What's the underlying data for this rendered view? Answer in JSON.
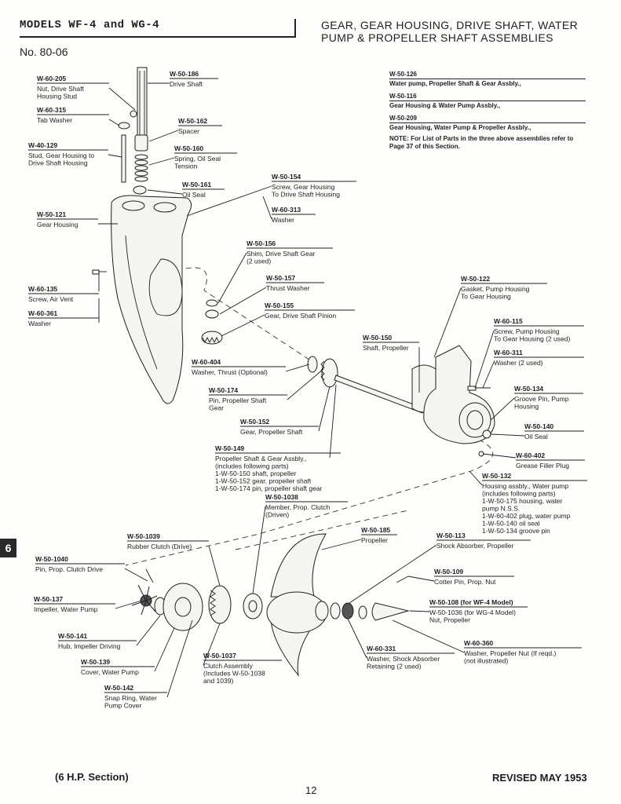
{
  "header": {
    "models": "MODELS WF-4 and WG-4",
    "number": "No. 80-06",
    "title_line1": "GEAR, GEAR HOUSING, DRIVE SHAFT, WATER",
    "title_line2": "PUMP & PROPELLER SHAFT ASSEMBLIES"
  },
  "assemblies": [
    {
      "part": "W-50-126",
      "desc": "Water pump, Propeller Shaft & Gear Assbly.,"
    },
    {
      "part": "W-50-116",
      "desc": "Gear Housing & Water Pump Assbly.,"
    },
    {
      "part": "W-50-209",
      "desc": "Gear Housing, Water Pump & Propeller Assbly.,"
    }
  ],
  "note": "NOTE: For List of Parts in the three above assemblies refer to Page 37 of this Section.",
  "parts": [
    {
      "id": "p1",
      "part": "W-60-205",
      "lines": [
        "Nut, Drive Shaft",
        "Housing Stud"
      ]
    },
    {
      "id": "p2",
      "part": "W-60-315",
      "lines": [
        "Tab Washer"
      ]
    },
    {
      "id": "p3",
      "part": "W-40-129",
      "lines": [
        "Stud, Gear Housing to",
        "Drive Shaft Housing"
      ]
    },
    {
      "id": "p4",
      "part": "W-50-121",
      "lines": [
        "Gear Housing"
      ]
    },
    {
      "id": "p5",
      "part": "W-60-135",
      "lines": [
        "Screw, Air Vent"
      ]
    },
    {
      "id": "p6",
      "part": "W-60-361",
      "lines": [
        "Washer"
      ]
    },
    {
      "id": "p7",
      "part": "W-50-186",
      "lines": [
        "Drive Shaft"
      ]
    },
    {
      "id": "p8",
      "part": "W-50-162",
      "lines": [
        "Spacer"
      ]
    },
    {
      "id": "p9",
      "part": "W-50-160",
      "lines": [
        "Spring, Oil Seal",
        "Tension"
      ]
    },
    {
      "id": "p10",
      "part": "W-50-161",
      "lines": [
        "Oil Seal"
      ]
    },
    {
      "id": "p11",
      "part": "W-50-154",
      "lines": [
        "Screw, Gear Housing",
        "To Drive Shaft Housing"
      ]
    },
    {
      "id": "p12",
      "part": "W-60-313",
      "lines": [
        "Washer"
      ]
    },
    {
      "id": "p13",
      "part": "W-50-156",
      "lines": [
        "Shim, Drive Shaft Gear",
        "(2 used)"
      ]
    },
    {
      "id": "p14",
      "part": "W-50-157",
      "lines": [
        "Thrust Washer"
      ]
    },
    {
      "id": "p15",
      "part": "W-50-155",
      "lines": [
        "Gear, Drive Shaft Pinion"
      ]
    },
    {
      "id": "p16",
      "part": "W-60-404",
      "lines": [
        "Washer, Thrust (Optional)"
      ]
    },
    {
      "id": "p17",
      "part": "W-50-174",
      "lines": [
        "Pin, Propeller Shaft",
        "Gear"
      ]
    },
    {
      "id": "p18",
      "part": "W-50-152",
      "lines": [
        "Gear, Propeller Shaft"
      ]
    },
    {
      "id": "p19",
      "part": "W-50-149",
      "lines": [
        "Propeller Shaft & Gear Assbly.,",
        "(includes following parts)",
        "1-W-50-150 shaft, propeller",
        "1-W-50-152 gear, propeller shaft",
        "1-W-50-174 pin, propeller shaft gear"
      ]
    },
    {
      "id": "p20",
      "part": "W-50-150",
      "lines": [
        "Shaft, Propeller"
      ]
    },
    {
      "id": "p21",
      "part": "W-50-122",
      "lines": [
        "Gasket, Pump Housing",
        "To Gear Housing"
      ]
    },
    {
      "id": "p22",
      "part": "W-60-115",
      "lines": [
        "Screw, Pump Housing",
        "To Gear Housing (2 used)"
      ]
    },
    {
      "id": "p23",
      "part": "W-60-311",
      "lines": [
        "Washer (2 used)"
      ]
    },
    {
      "id": "p24",
      "part": "W-50-134",
      "lines": [
        "Groove Pin, Pump",
        "Housing"
      ]
    },
    {
      "id": "p25",
      "part": "W-50-140",
      "lines": [
        "Oil Seal"
      ]
    },
    {
      "id": "p26",
      "part": "W-60-402",
      "lines": [
        "Grease Filler Plug"
      ]
    },
    {
      "id": "p27",
      "part": "W-50-132",
      "lines": [
        "Housing assbly., Water pump",
        "(includes following parts)",
        "1-W-50-175 housing, water",
        "pump N.S.S.",
        "1-W-60-402 plug, water pump",
        "1-W-50-140 oil seal",
        "1-W-50-134 groove pin"
      ]
    },
    {
      "id": "p28",
      "part": "W-50-1038",
      "lines": [
        "Member, Prop. Clutch",
        "(Driven)"
      ]
    },
    {
      "id": "p29",
      "part": "W-50-1039",
      "lines": [
        "Rubber Clutch (Drive)"
      ]
    },
    {
      "id": "p30",
      "part": "W-50-1040",
      "lines": [
        "Pin, Prop. Clutch Drive"
      ]
    },
    {
      "id": "p31",
      "part": "W-50-137",
      "lines": [
        "Impeller, Water Pump"
      ]
    },
    {
      "id": "p32",
      "part": "W-50-141",
      "lines": [
        "Hub, Impeller Driving"
      ]
    },
    {
      "id": "p33",
      "part": "W-50-139",
      "lines": [
        "Cover, Water Pump"
      ]
    },
    {
      "id": "p34",
      "part": "W-50-142",
      "lines": [
        "Snap Ring, Water",
        "Pump Cover"
      ]
    },
    {
      "id": "p35",
      "part": "W-50-1037",
      "lines": [
        "Clutch Assembly",
        "(Includes W-50-1038",
        "and 1039)"
      ]
    },
    {
      "id": "p36",
      "part": "W-50-185",
      "lines": [
        "Propeller"
      ]
    },
    {
      "id": "p37",
      "part": "W-50-113",
      "lines": [
        "Shock Absorber, Propeller"
      ]
    },
    {
      "id": "p38",
      "part": "W-50-109",
      "lines": [
        "Cotter Pin, Prop. Nut"
      ]
    },
    {
      "id": "p39",
      "part": "W-50-108 (for WF-4 Model)",
      "lines": [
        "W-50-1036 (for WG-4 Model)",
        "Nut, Propeller"
      ]
    },
    {
      "id": "p40",
      "part": "W-60-331",
      "lines": [
        "Washer, Shock Absorber",
        "Retaining (2 used)"
      ]
    },
    {
      "id": "p41",
      "part": "W-60-360",
      "lines": [
        "Washer, Propeller Nut (If reqd.)",
        "(not illustrated)"
      ]
    }
  ],
  "section_tab": "6",
  "footer": {
    "section": "(6 H.P. Section)",
    "page": "12",
    "revised": "REVISED MAY 1953"
  }
}
